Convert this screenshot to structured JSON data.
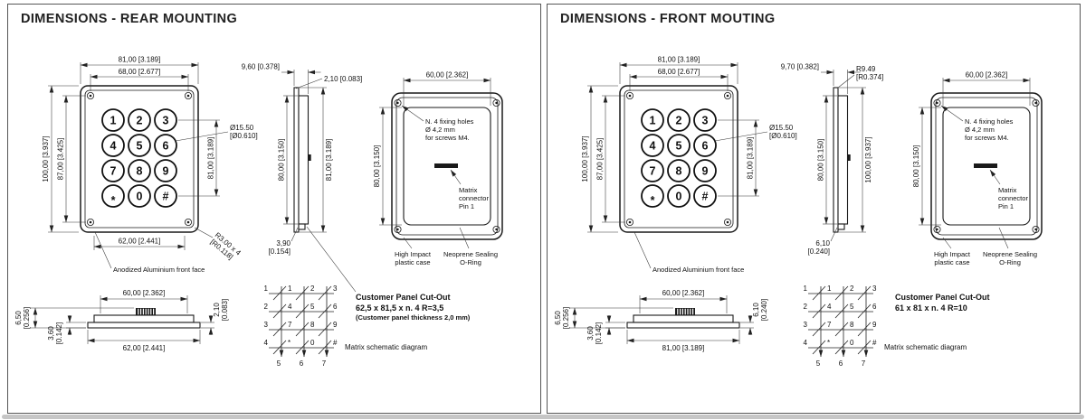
{
  "window": {
    "background": "#ffffff",
    "border_color": "#565656"
  },
  "scrollbar_color": "#c6c6c6",
  "line_color": "#1a1a1a",
  "panels": [
    {
      "title": "DIMENSIONS - REAR MOUNTING",
      "keys": [
        "1",
        "2",
        "3",
        "4",
        "5",
        "6",
        "7",
        "8",
        "9",
        "*",
        "0",
        "#"
      ],
      "front": {
        "w_outer": "81,00 [3.189]",
        "w_holes": "68,00 [2.677]",
        "h_outer": "100,00 [3.937]",
        "h_holes": "87,00 [3.425]",
        "h_keys": "81,00 [3.189]",
        "key_dia_1": "Ø15.50",
        "key_dia_2": "[Ø0.610]",
        "w_bottom": "62,00 [2.441]",
        "corner_1": "R3.00 x 4",
        "corner_2": "[R0.118]",
        "face_label": "Anodized Aluminium front face"
      },
      "side": {
        "depth": "9,60 [0.378]",
        "lip": "2,10 [0.083]",
        "h_left": "80,00 [3.150]",
        "h_right": "81,00 [3.189]",
        "bottom_1": "3,90",
        "bottom_2": "[0.154]"
      },
      "rear": {
        "w_body": "60,00 [2.362]",
        "h_body": "80,00 [3.150]",
        "holes_1": "N. 4 fixing holes",
        "holes_2": "Ø 4,2 mm",
        "holes_3": "for screws M4.",
        "conn_1": "Matrix",
        "conn_2": "connector",
        "conn_3": "Pin 1",
        "case_1": "High Impact",
        "case_2": "plastic case",
        "oring_1": "Neoprene Sealing",
        "oring_2": "O-Ring"
      },
      "bottom": {
        "h_total_1": "6,50",
        "h_total_2": "[0.256]",
        "w_top": "60,00 [2.362]",
        "right_1": "2,10",
        "right_2": "[0.083]",
        "left_1": "3,60",
        "left_2": "[0.142]",
        "w_bottom": "62,00 [2.441]"
      },
      "cutout": {
        "line1": "Customer Panel Cut-Out",
        "line2": "62,5 x 81,5 x n. 4  R=3,5",
        "line3": "(Customer panel thickness 2,0 mm)"
      },
      "matrix": {
        "label": "Matrix schematic diagram",
        "row_pins": [
          "1",
          "2",
          "3",
          "4"
        ],
        "col_pins": [
          "5",
          "6",
          "7"
        ]
      }
    },
    {
      "title": "DIMENSIONS - FRONT MOUTING",
      "keys": [
        "1",
        "2",
        "3",
        "4",
        "5",
        "6",
        "7",
        "8",
        "9",
        "*",
        "0",
        "#"
      ],
      "front": {
        "w_outer": "81,00 [3.189]",
        "w_holes": "68,00 [2.677]",
        "h_outer": "100,00 [3.937]",
        "h_holes": "87,00 [3.425]",
        "h_keys": "81,00 [3.189]",
        "key_dia_1": "Ø15.50",
        "key_dia_2": "[Ø0.610]",
        "face_label": "Anodized Aluminium front face"
      },
      "side": {
        "depth": "9,70 [0.382]",
        "radius_1": "R9.49",
        "radius_2": "[R0.374]",
        "h_left": "80,00 [3.150]",
        "h_right": "100,00 [3.937]",
        "bottom_1": "6,10",
        "bottom_2": "[0.240]"
      },
      "rear": {
        "w_body": "60,00 [2.362]",
        "h_body": "80,00 [3.150]",
        "holes_1": "N. 4 fixing holes",
        "holes_2": "Ø 4,2 mm",
        "holes_3": "for screws M4.",
        "conn_1": "Matrix",
        "conn_2": "connector",
        "conn_3": "Pin 1",
        "case_1": "High Impact",
        "case_2": "plastic case",
        "oring_1": "Neoprene Sealing",
        "oring_2": "O-Ring"
      },
      "bottom": {
        "h_total_1": "6,50",
        "h_total_2": "[0.256]",
        "w_top": "60,00 [2.362]",
        "right_1": "6,10",
        "right_2": "[0.240]",
        "left_1": "3,60",
        "left_2": "[0.142]",
        "w_bottom": "81,00 [3.189]"
      },
      "cutout": {
        "line1": "Customer Panel Cut-Out",
        "line2": "61 x 81 x n. 4  R=10"
      },
      "matrix": {
        "label": "Matrix schematic diagram",
        "row_pins": [
          "1",
          "2",
          "3",
          "4"
        ],
        "col_pins": [
          "5",
          "6",
          "7"
        ]
      }
    }
  ]
}
